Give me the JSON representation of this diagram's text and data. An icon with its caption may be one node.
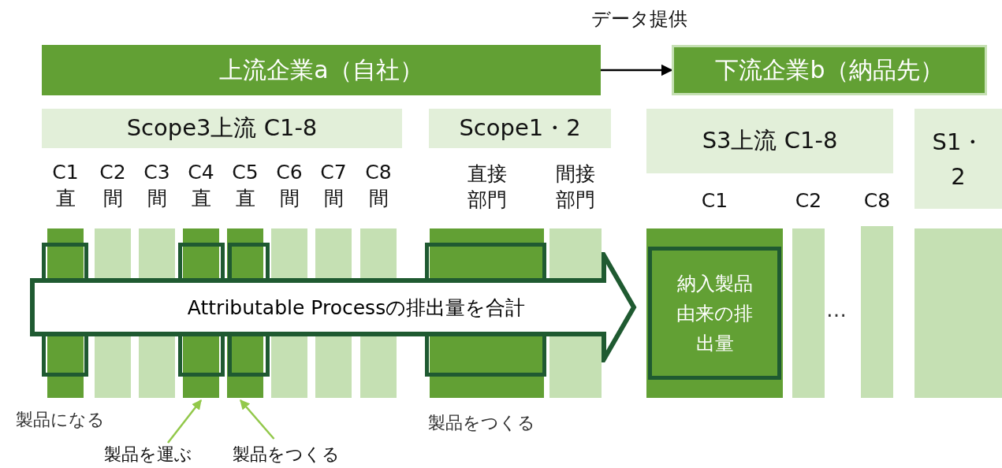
{
  "diagram": {
    "nodes": [
      {
        "text": [
          "上流企業a（自社）"
        ]
      },
      {
        "text": [
          "下流企業b（納品先）"
        ]
      },
      {
        "text": [
          "Scope3上流 C1-8"
        ]
      },
      {
        "text": [
          "Scope1・2"
        ]
      },
      {
        "text": [
          "S3上流 C1-8"
        ]
      },
      {
        "text": [
          "S1・2"
        ]
      },
      {
        "text": [
          "C1",
          "直"
        ]
      },
      {
        "text": [
          "C2",
          "間"
        ]
      },
      {
        "text": [
          "C3",
          "間"
        ]
      },
      {
        "text": [
          "C4",
          "直"
        ]
      },
      {
        "text": [
          "C5",
          "直"
        ]
      },
      {
        "text": [
          "C6",
          "間"
        ]
      },
      {
        "text": [
          "C7",
          "間"
        ]
      },
      {
        "text": [
          "C8",
          "間"
        ]
      },
      {
        "text": [
          "直接部門"
        ]
      },
      {
        "text": [
          "間接部門"
        ]
      },
      {
        "text": [
          "C1"
        ]
      },
      {
        "text": [
          "納入製品由来の排出量"
        ],
        "in": 16
      },
      {
        "text": [
          "C2"
        ]
      },
      {
        "text": [
          "C8"
        ]
      },
      {
        "text": [],
        "shape": "bar"
      },
      {
        "text": [
          "Attributable Processの排出量を合計"
        ]
      },
      {
        "text": [
          "製品を運ぶ"
        ]
      },
      {
        "text": [
          "製品をつくる"
        ]
      }
    ],
    "edges": [
      {
        "from": 0,
        "to": 1,
        "arrow": "to",
        "label": "データ提供",
        "color": "#000000"
      },
      {
        "from": 22,
        "to": 9,
        "arrow": "to",
        "color": "#92c84a"
      },
      {
        "from": 23,
        "to": 10,
        "arrow": "to",
        "color": "#92c84a"
      }
    ],
    "labels": [
      "製品になる",
      "製品をつくる",
      "…"
    ]
  }
}
